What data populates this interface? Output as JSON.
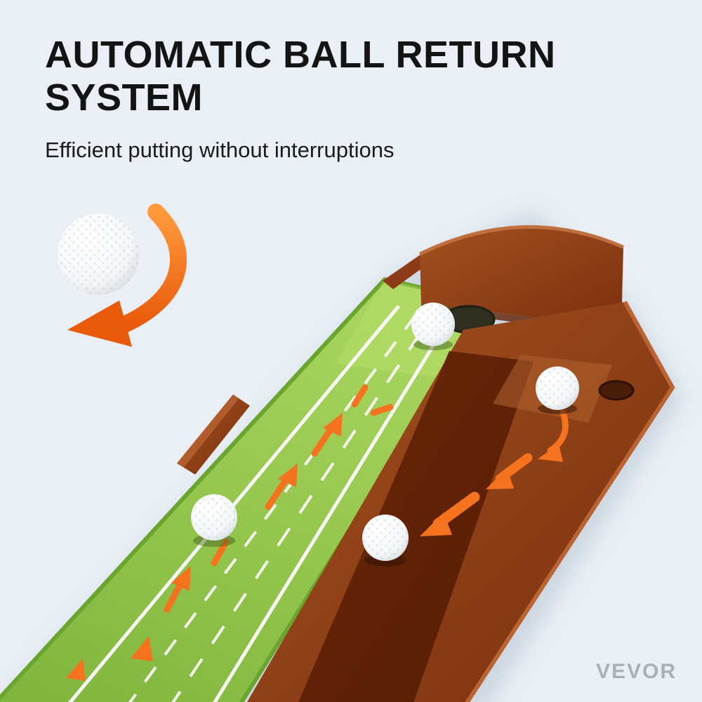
{
  "header": {
    "title_line1": "AUTOMATIC BALL RETURN",
    "title_line2": "SYSTEM",
    "subtitle": "Efficient putting without interruptions"
  },
  "footer": {
    "brand": "VEVOR"
  },
  "colors": {
    "background": "#e9eff5",
    "headline_text": "#141414",
    "accent_orange": "#f26a1d",
    "turf_green": "#8fc24a",
    "wood_brown": "#8c3b16",
    "brand_gray": "#a9b0b7"
  },
  "illustration": {
    "subject": "Wooden putting green mat with automatic ball return channel, golf balls and orange direction arrows",
    "icons": [
      "golf-ball-icon",
      "return-swoosh-arrow-icon",
      "direction-arrow-icon",
      "cup-hole"
    ]
  }
}
